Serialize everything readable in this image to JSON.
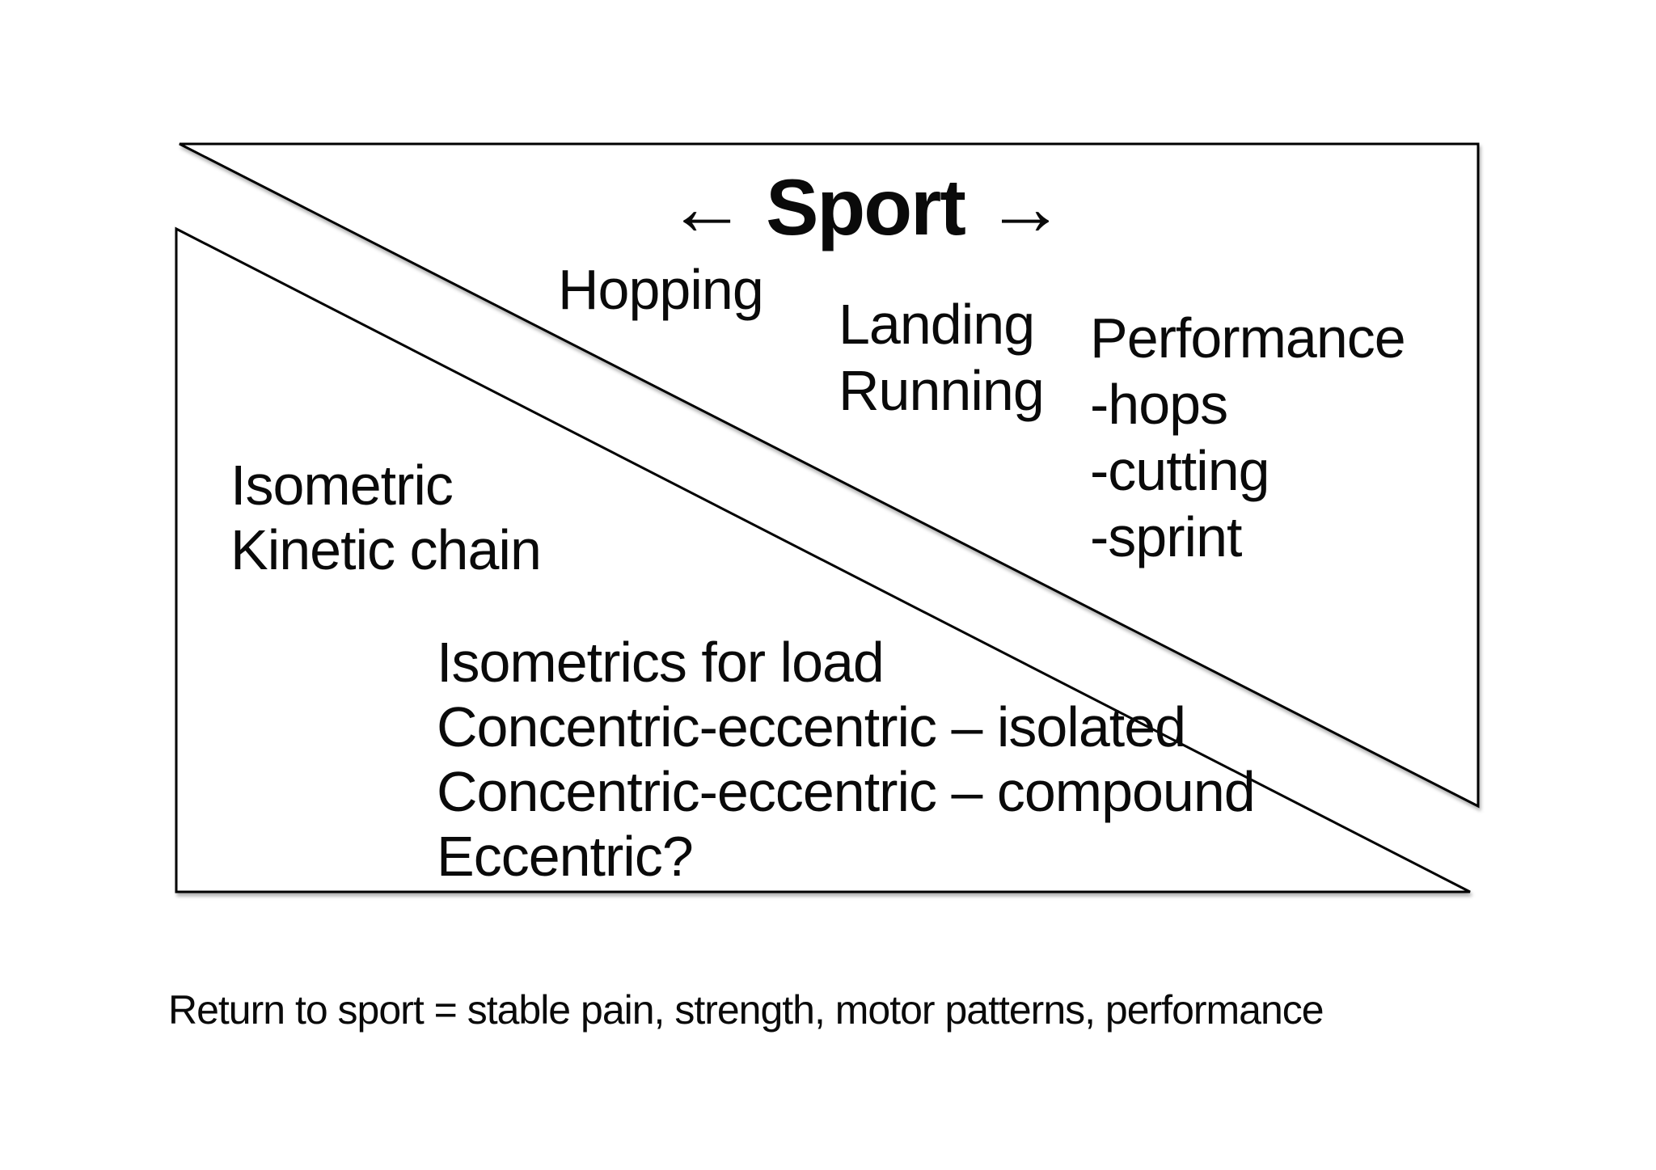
{
  "title": {
    "arrow_left": "←",
    "label": "Sport",
    "arrow_right": "→"
  },
  "upper": {
    "hopping": "Hopping",
    "landing": "Landing",
    "running": "Running",
    "performance": "Performance",
    "performance_items": [
      "-hops",
      "-cutting",
      "-sprint"
    ]
  },
  "lower": {
    "isometric": "Isometric",
    "kinetic_chain": "Kinetic chain",
    "progression": [
      "Isometrics for load",
      "Concentric-eccentric – isolated",
      "Concentric-eccentric – compound",
      "Eccentric?"
    ]
  },
  "caption": "Return to sport = stable pain, strength, motor patterns, performance",
  "colors": {
    "background": "#ffffff",
    "text": "#0a0a0a",
    "line": "#000000"
  }
}
